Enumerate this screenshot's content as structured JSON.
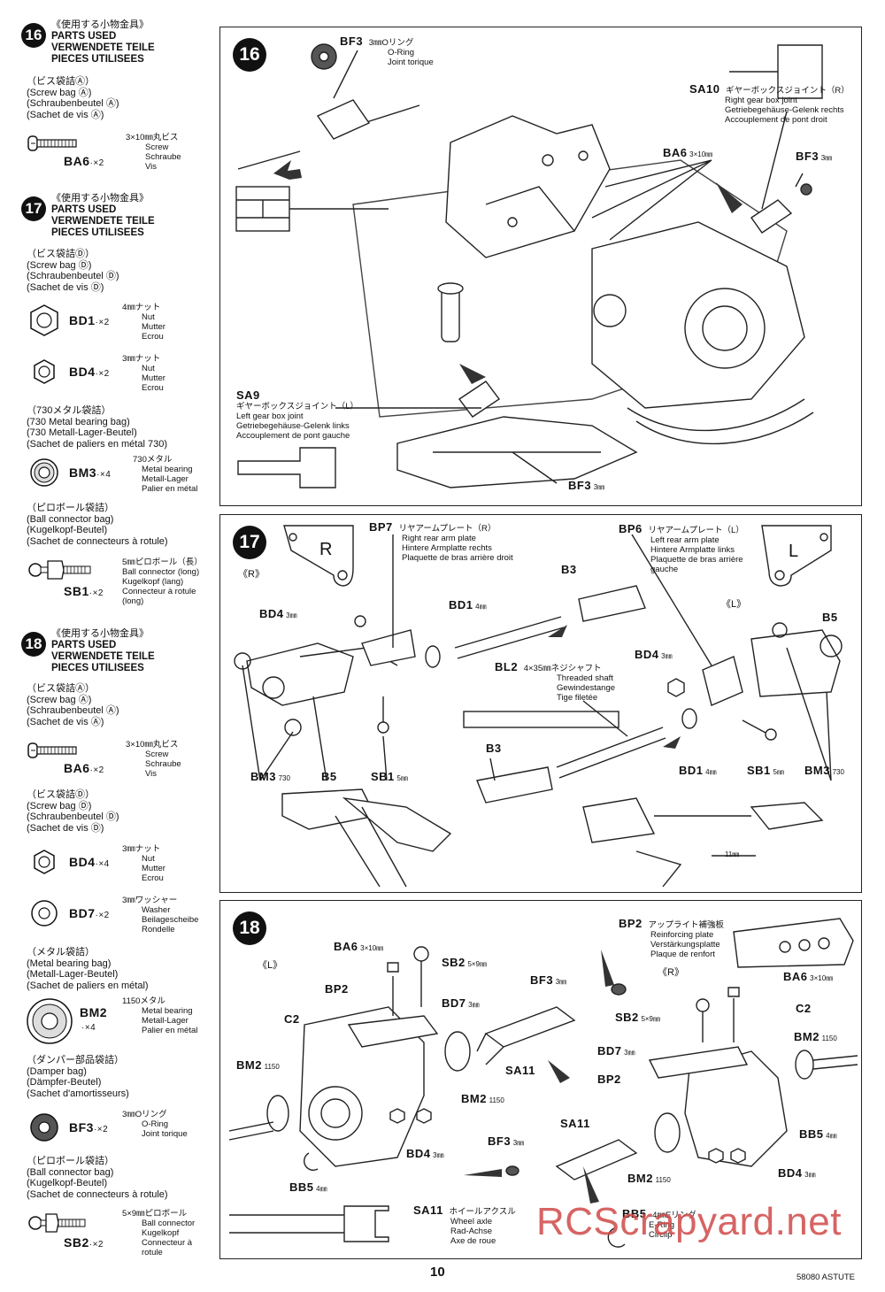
{
  "sidebar": {
    "step16": {
      "num": "16",
      "jp": "《使用する小物金具》",
      "en": "PARTS USED",
      "de": "VERWENDETE TEILE",
      "fr": "PIECES UTILISEES",
      "bag_jp": "（ビス袋詰Ⓐ）",
      "bag_en": "(Screw bag Ⓐ)",
      "bag_de": "(Schraubenbeutel Ⓐ)",
      "bag_fr": "(Sachet de vis Ⓐ)",
      "ba6": {
        "code": "BA6",
        "qty": "·×2",
        "jp": "3×10㎜丸ビス",
        "en": "Screw",
        "de": "Schraube",
        "fr": "Vis"
      }
    },
    "step17": {
      "num": "17",
      "jp": "《使用する小物金具》",
      "en": "PARTS USED",
      "de": "VERWENDETE TEILE",
      "fr": "PIECES UTILISEES",
      "bag_jp": "（ビス袋詰Ⓓ）",
      "bag_en": "(Screw bag Ⓓ)",
      "bag_de": "(Schraubenbeutel Ⓓ)",
      "bag_fr": "(Sachet de vis Ⓓ)",
      "bd1": {
        "code": "BD1",
        "qty": "·×2",
        "jp": "4㎜ナット",
        "en": "Nut",
        "de": "Mutter",
        "fr": "Ecrou"
      },
      "bd4": {
        "code": "BD4",
        "qty": "·×2",
        "jp": "3㎜ナット",
        "en": "Nut",
        "de": "Mutter",
        "fr": "Ecrou"
      },
      "bag2_jp": "（730メタル袋詰）",
      "bag2_en": "(730 Metal bearing bag)",
      "bag2_de": "(730 Metall-Lager-Beutel)",
      "bag2_fr": "(Sachet de paliers en métal 730)",
      "bm3": {
        "code": "BM3",
        "qty": "·×4",
        "jp": "730メタル",
        "en": "Metal bearing",
        "de": "Metall-Lager",
        "fr": "Palier en métal"
      },
      "bag3_jp": "（ピロボール袋詰）",
      "bag3_en": "(Ball connector bag)",
      "bag3_de": "(Kugelkopf-Beutel)",
      "bag3_fr": "(Sachet de connecteurs à rotule)",
      "sb1": {
        "code": "SB1",
        "qty": "·×2",
        "jp": "5㎜ピロボール（長）",
        "en": "Ball connector (long)",
        "de": "Kugelkopf (lang)",
        "fr": "Connecteur à rotule (long)"
      }
    },
    "step18": {
      "num": "18",
      "jp": "《使用する小物金具》",
      "en": "PARTS USED",
      "de": "VERWENDETE TEILE",
      "fr": "PIECES UTILISEES",
      "bag_jp": "（ビス袋詰Ⓐ）",
      "bag_en": "(Screw bag Ⓐ)",
      "bag_de": "(Schraubenbeutel Ⓐ)",
      "bag_fr": "(Sachet de vis Ⓐ)",
      "ba6": {
        "code": "BA6",
        "qty": "·×2",
        "jp": "3×10㎜丸ビス",
        "en": "Screw",
        "de": "Schraube",
        "fr": "Vis"
      },
      "bag2_jp": "（ビス袋詰Ⓓ）",
      "bag2_en": "(Screw bag Ⓓ)",
      "bag2_de": "(Schraubenbeutel Ⓓ)",
      "bag2_fr": "(Sachet de vis Ⓓ)",
      "bd4": {
        "code": "BD4",
        "qty": "·×4",
        "jp": "3㎜ナット",
        "en": "Nut",
        "de": "Mutter",
        "fr": "Ecrou"
      },
      "bd7": {
        "code": "BD7",
        "qty": "·×2",
        "jp": "3㎜ワッシャー",
        "en": "Washer",
        "de": "Beilagescheibe",
        "fr": "Rondelle"
      },
      "bag3_jp": "（メタル袋詰）",
      "bag3_en": "(Metal bearing bag)",
      "bag3_de": "(Metall-Lager-Beutel)",
      "bag3_fr": "(Sachet de paliers en métal)",
      "bm2": {
        "code": "BM2",
        "qty": "·×4",
        "jp": "1150メタル",
        "en": "Metal bearing",
        "de": "Metall-Lager",
        "fr": "Palier en métal"
      },
      "bag4_jp": "（ダンパー部品袋詰）",
      "bag4_en": "(Damper bag)",
      "bag4_de": "(Dämpfer-Beutel)",
      "bag4_fr": "(Sachet d'amortisseurs)",
      "bf3": {
        "code": "BF3",
        "qty": "·×2",
        "jp": "3㎜Oリング",
        "en": "O-Ring",
        "de": "Joint torique"
      },
      "bag5_jp": "（ピロボール袋詰）",
      "bag5_en": "(Ball connector bag)",
      "bag5_de": "(Kugelkopf-Beutel)",
      "bag5_fr": "(Sachet de connecteurs à rotule)",
      "sb2": {
        "code": "SB2",
        "qty": "·×2",
        "jp": "5×9㎜ピロボール",
        "en": "Ball connector",
        "de": "Kugelkopf",
        "fr": "Connecteur à rotule"
      }
    }
  },
  "panel16": {
    "num": "16",
    "bf3_top": {
      "code": "BF3",
      "jp": "3㎜Oリング",
      "en": "O-Ring",
      "fr": "Joint torique"
    },
    "sa10": {
      "code": "SA10",
      "jp": "ギヤーボックスジョイント（R）",
      "en": "Right gear box joint",
      "de": "Getriebegehäuse-Gelenk rechts",
      "fr": "Accouplement de pont droit"
    },
    "ba6": {
      "code": "BA6",
      "unit": "3×10㎜"
    },
    "bf3_right": {
      "code": "BF3",
      "unit": "3㎜"
    },
    "sa9": {
      "code": "SA9",
      "jp": "ギヤーボックスジョイント（L）",
      "en": "Left gear box joint",
      "de": "Getriebegehäuse-Gelenk links",
      "fr": "Accouplement de pont gauche"
    },
    "bf3_bottom": {
      "code": "BF3",
      "unit": "3㎜"
    }
  },
  "panel17": {
    "num": "17",
    "plate_r_letter": "R",
    "plate_l_letter": "L",
    "mark_r": "《R》",
    "mark_l": "《L》",
    "bp7": {
      "code": "BP7",
      "jp": "リヤアームプレート（R）",
      "en": "Right rear arm plate",
      "de": "Hintere Armplatte rechts",
      "fr": "Plaquette de bras arrière droit"
    },
    "bp6": {
      "code": "BP6",
      "jp": "リヤアームプレート（L）",
      "en": "Left rear arm plate",
      "de": "Hintere Armplatte links",
      "fr": "Plaquette de bras arrière",
      "fr2": "gauche"
    },
    "bd4_left": {
      "code": "BD4",
      "unit": "3㎜"
    },
    "bd1_top": {
      "code": "BD1",
      "unit": "4㎜"
    },
    "b3_top": {
      "code": "B3"
    },
    "bl2": {
      "code": "BL2",
      "jp": "4×35㎜ネジシャフト",
      "en": "Threaded shaft",
      "de": "Gewindestange",
      "fr": "Tige filetée"
    },
    "bd4_right": {
      "code": "BD4",
      "unit": "3㎜"
    },
    "b5_right": {
      "code": "B5"
    },
    "bm3_left": {
      "code": "BM3",
      "unit": "730"
    },
    "b5_left": {
      "code": "B5"
    },
    "sb1_left": {
      "code": "SB1",
      "unit": "5㎜"
    },
    "b3_bottom": {
      "code": "B3"
    },
    "bd1_bottom": {
      "code": "BD1",
      "unit": "4㎜"
    },
    "sb1_right": {
      "code": "SB1",
      "unit": "5㎜"
    },
    "bm3_right": {
      "code": "BM3",
      "unit": "730"
    },
    "dim": "11㎜"
  },
  "panel18": {
    "num": "18",
    "mark_l": "《L》",
    "mark_r": "《R》",
    "bp2_ref": {
      "code": "BP2",
      "jp": "アップライト補強板",
      "en": "Reinforcing plate",
      "de": "Verstärkungsplatte",
      "fr": "Plaque de renfort"
    },
    "ba6_left": {
      "code": "BA6",
      "unit": "3×10㎜"
    },
    "sb2_left": {
      "code": "SB2",
      "unit": "5×9㎜"
    },
    "bf3_mid": {
      "code": "BF3",
      "unit": "3㎜"
    },
    "bd7_left": {
      "code": "BD7",
      "unit": "3㎜"
    },
    "bp2_left": {
      "code": "BP2"
    },
    "c2_left": {
      "code": "C2"
    },
    "sa11_mid": {
      "code": "SA11"
    },
    "bm2_left": {
      "code": "BM2",
      "unit": "1150"
    },
    "bm2_center": {
      "code": "BM2",
      "unit": "1150"
    },
    "bd4_left": {
      "code": "BD4",
      "unit": "3㎜"
    },
    "bb5_left": {
      "code": "BB5",
      "unit": "4㎜"
    },
    "ba6_right": {
      "code": "BA6",
      "unit": "3×10㎜"
    },
    "sb2_right": {
      "code": "SB2",
      "unit": "5×9㎜"
    },
    "c2_right": {
      "code": "C2"
    },
    "bd7_right": {
      "code": "BD7",
      "unit": "3㎜"
    },
    "bm2_right": {
      "code": "BM2",
      "unit": "1150"
    },
    "bp2_right": {
      "code": "BP2"
    },
    "bb5_right": {
      "code": "BB5",
      "unit": "4㎜"
    },
    "bf3_bottom": {
      "code": "BF3",
      "unit": "3㎜"
    },
    "sa11_bottom": {
      "code": "SA11"
    },
    "bm2_bottom": {
      "code": "BM2",
      "unit": "1150"
    },
    "bd4_right": {
      "code": "BD4",
      "unit": "3㎜"
    },
    "sa11_ref": {
      "code": "SA11",
      "jp": "ホイールアクスル",
      "en": "Wheel axle",
      "de": "Rad-Achse",
      "fr": "Axe de roue"
    },
    "bb5_ref": {
      "code": "BB5",
      "jp": "4㎜Eリング",
      "en": "E-Ring",
      "de": "Circlip"
    }
  },
  "footer": {
    "page_number": "10",
    "model": "58080 ASTUTE",
    "watermark": "RCScrapyard.net"
  }
}
